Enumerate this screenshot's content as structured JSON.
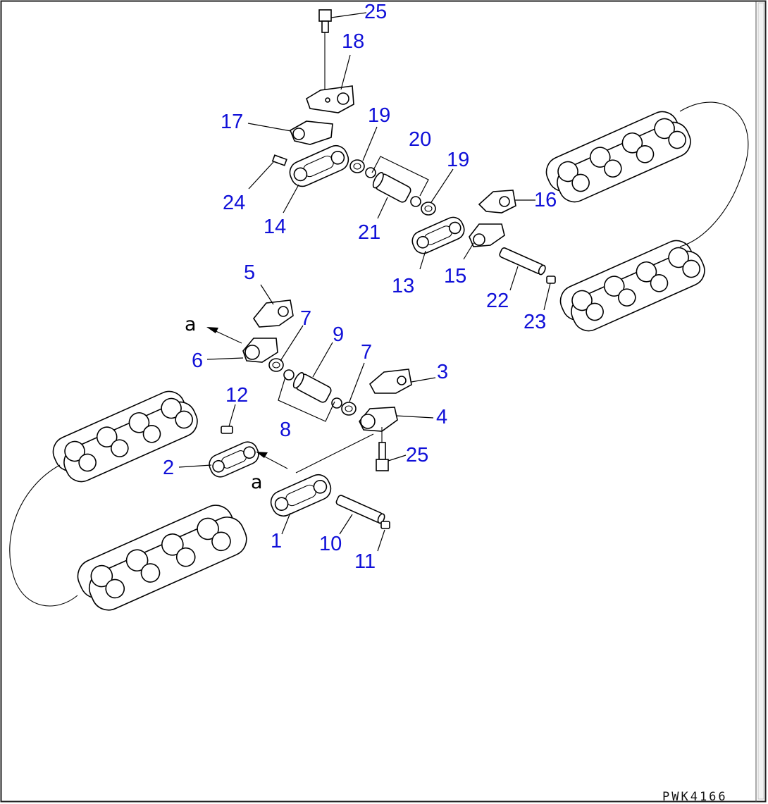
{
  "diagram": {
    "drawing_code": "PWK4166",
    "view_marker": "a",
    "callouts": {
      "c1": "1",
      "c2": "2",
      "c3": "3",
      "c4": "4",
      "c5": "5",
      "c6": "6",
      "c7a": "7",
      "c7b": "7",
      "c8": "8",
      "c9": "9",
      "c10": "10",
      "c11": "11",
      "c12": "12",
      "c13": "13",
      "c14": "14",
      "c15": "15",
      "c16": "16",
      "c17": "17",
      "c18": "18",
      "c19a": "19",
      "c19b": "19",
      "c20": "20",
      "c21": "21",
      "c22": "22",
      "c23": "23",
      "c24": "24",
      "c25a": "25",
      "c25b": "25"
    },
    "colors": {
      "callout": "#1010d8",
      "line": "#000000",
      "frame": "#222222"
    }
  }
}
